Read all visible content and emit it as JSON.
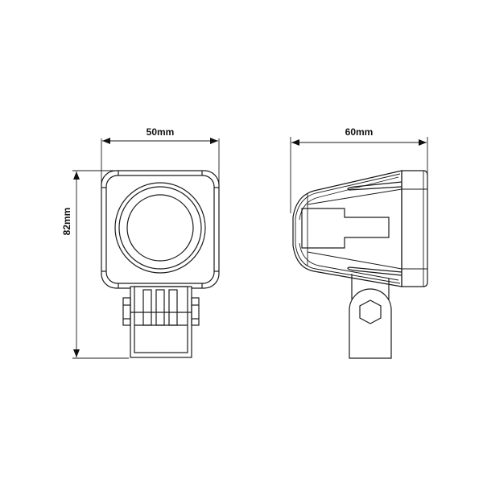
{
  "drawing": {
    "front_view": {
      "width_label": "50mm",
      "height_label": "82mm"
    },
    "side_view": {
      "depth_label": "60mm"
    }
  },
  "colors": {
    "line": "#1a1a1a",
    "background": "#ffffff"
  }
}
